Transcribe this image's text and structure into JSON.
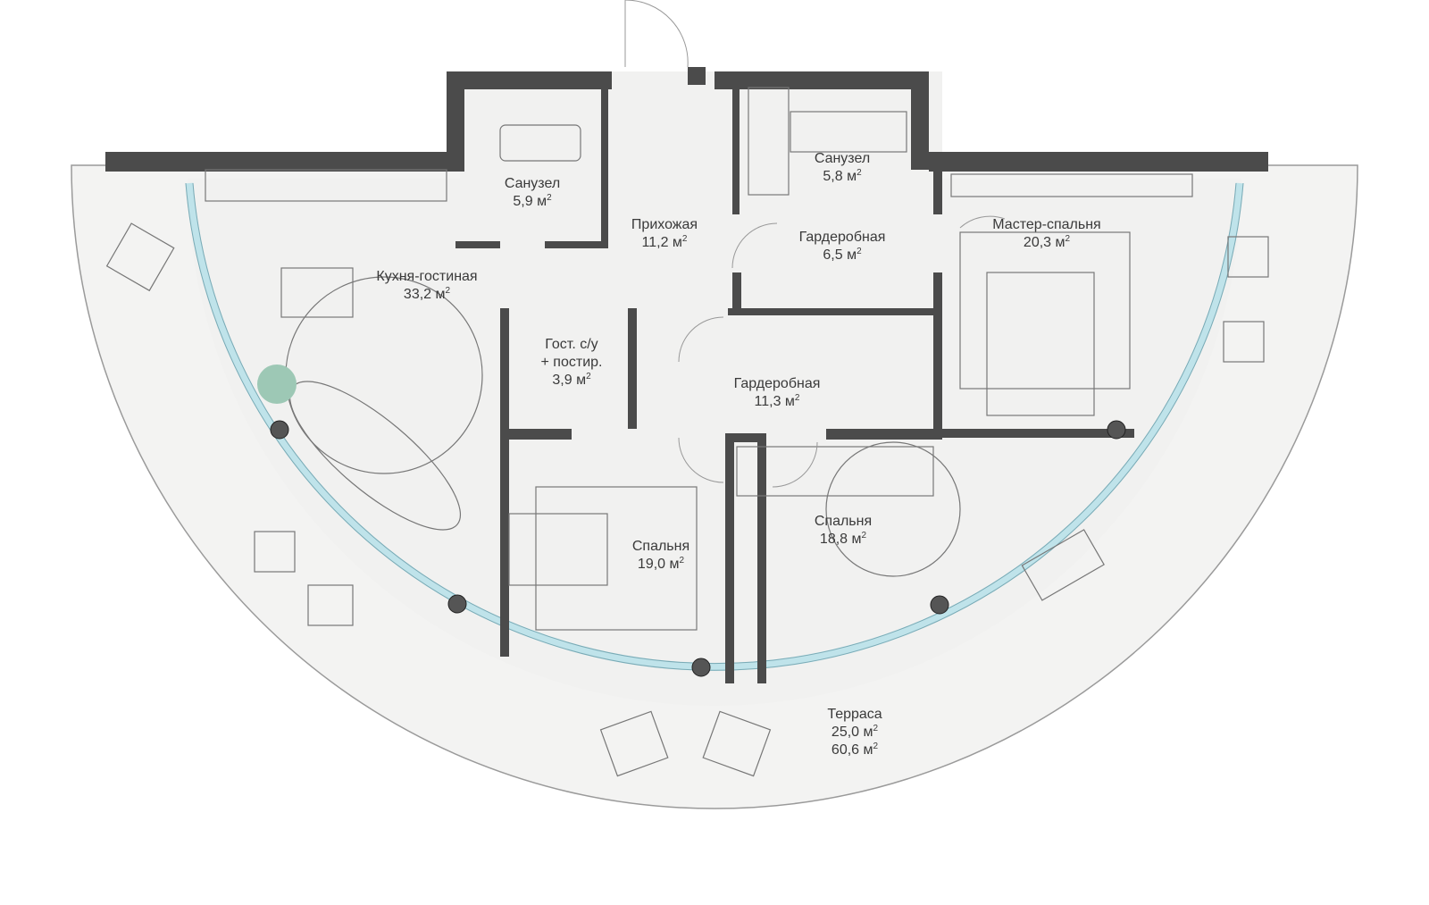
{
  "plan": {
    "unit": "м",
    "unit_power": "2",
    "colors": {
      "wall": "#4b4b4b",
      "floor": "#f1f1f0",
      "glass": "#bfe3ea",
      "column": "#555555"
    },
    "rooms": [
      {
        "id": "bath1",
        "name": "Санузел",
        "area": "5,9"
      },
      {
        "id": "hall",
        "name": "Прихожая",
        "area": "11,2"
      },
      {
        "id": "bath2",
        "name": "Санузел",
        "area": "5,8"
      },
      {
        "id": "wardrobe1",
        "name": "Гардеробная",
        "area": "6,5"
      },
      {
        "id": "master",
        "name": "Мастер-спальня",
        "area": "20,3"
      },
      {
        "id": "kitchen",
        "name": "Кухня-гостиная",
        "area": "33,2"
      },
      {
        "id": "guestwc",
        "name": "Гост. с/у",
        "name2": "+ постир.",
        "area": "3,9"
      },
      {
        "id": "wardrobe2",
        "name": "Гардеробная",
        "area": "11,3"
      },
      {
        "id": "bed1",
        "name": "Спальня",
        "area": "19,0"
      },
      {
        "id": "bed2",
        "name": "Спальня",
        "area": "18,8"
      },
      {
        "id": "terrace",
        "name": "Терраса",
        "area": "25,0",
        "area2": "60,6"
      }
    ]
  }
}
